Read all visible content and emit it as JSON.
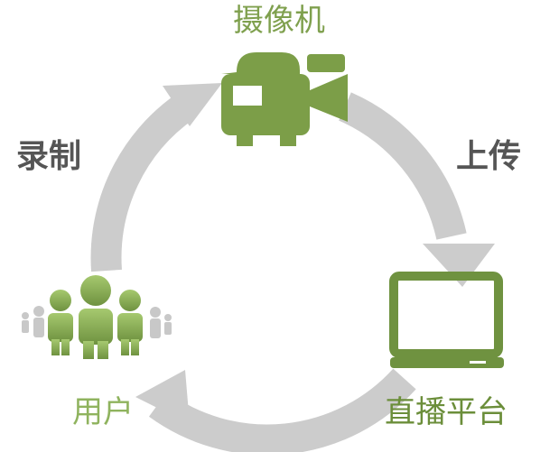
{
  "labels": {
    "camera": "摄像机",
    "record": "录制",
    "upload": "上传",
    "users": "用户",
    "platform": "直播平台"
  },
  "colors": {
    "green_dark": "#6f9240",
    "green_light": "#8fb35e",
    "arrow_gray": "#cccccc",
    "text_gray": "#555555",
    "people_gray": "#c8c8c8"
  },
  "icons": [
    "video-camera-icon",
    "laptop-icon",
    "users-group-icon"
  ]
}
